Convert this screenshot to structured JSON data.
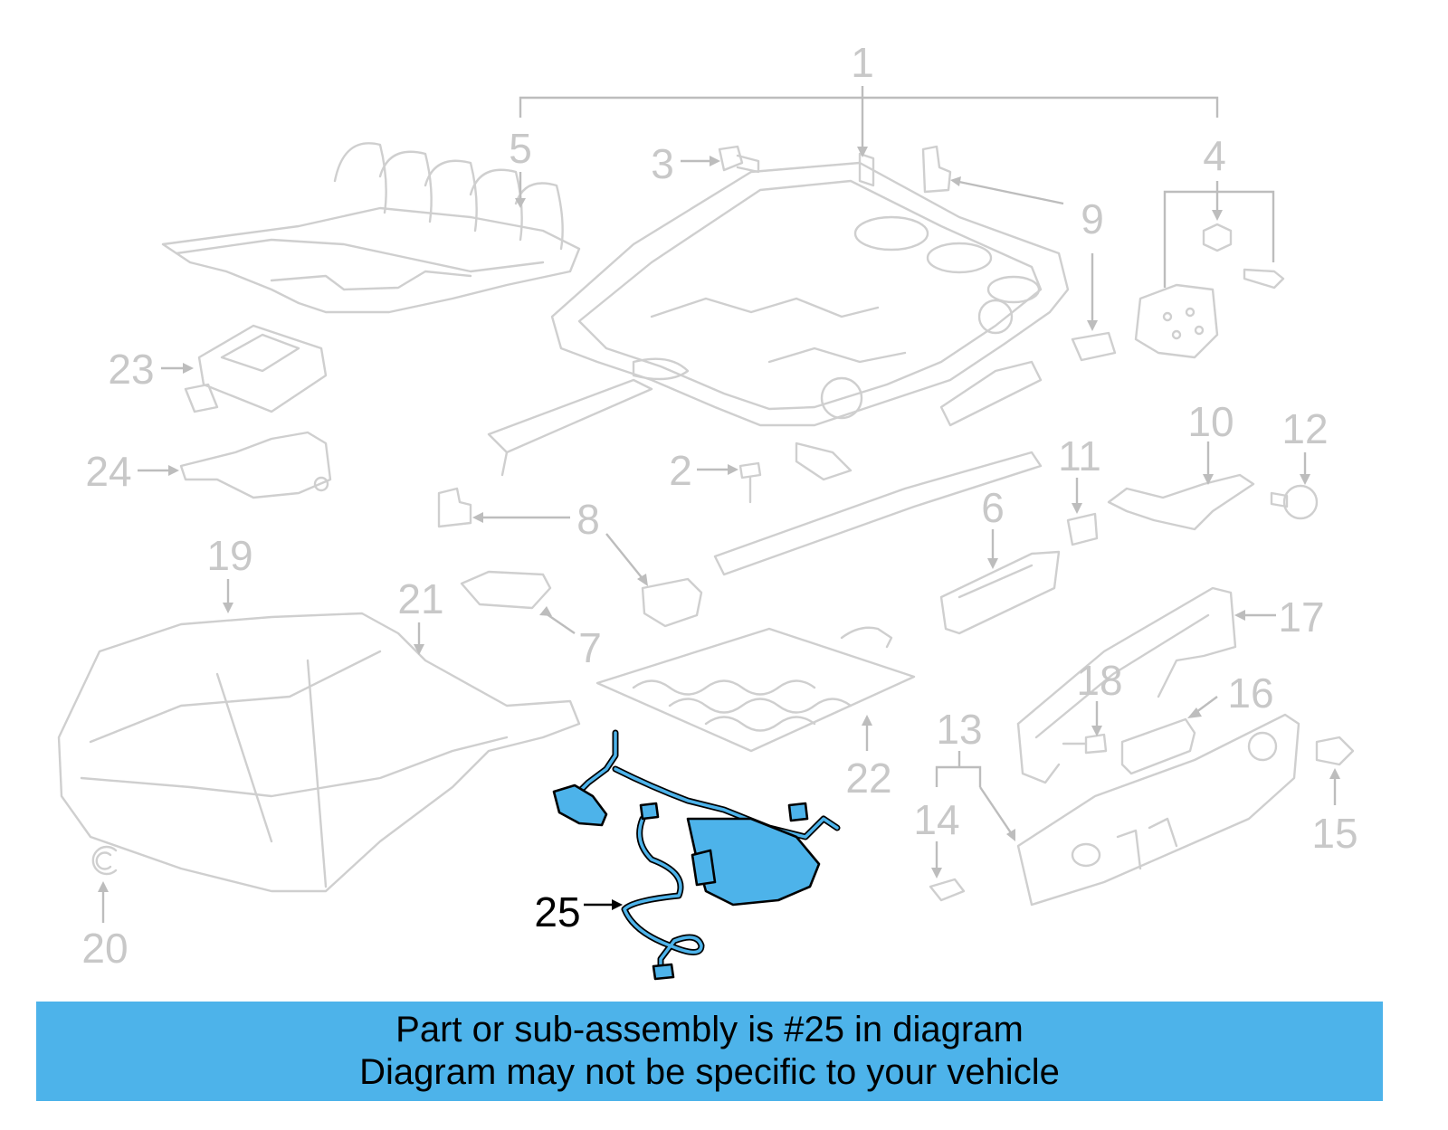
{
  "diagram": {
    "callouts": [
      {
        "id": "1",
        "label": "1"
      },
      {
        "id": "2",
        "label": "2"
      },
      {
        "id": "3",
        "label": "3"
      },
      {
        "id": "4",
        "label": "4"
      },
      {
        "id": "5",
        "label": "5"
      },
      {
        "id": "6",
        "label": "6"
      },
      {
        "id": "7",
        "label": "7"
      },
      {
        "id": "8",
        "label": "8"
      },
      {
        "id": "9",
        "label": "9"
      },
      {
        "id": "10",
        "label": "10"
      },
      {
        "id": "11",
        "label": "11"
      },
      {
        "id": "12",
        "label": "12"
      },
      {
        "id": "13",
        "label": "13"
      },
      {
        "id": "14",
        "label": "14"
      },
      {
        "id": "15",
        "label": "15"
      },
      {
        "id": "16",
        "label": "16"
      },
      {
        "id": "17",
        "label": "17"
      },
      {
        "id": "18",
        "label": "18"
      },
      {
        "id": "19",
        "label": "19"
      },
      {
        "id": "20",
        "label": "20"
      },
      {
        "id": "21",
        "label": "21"
      },
      {
        "id": "22",
        "label": "22"
      },
      {
        "id": "23",
        "label": "23"
      },
      {
        "id": "24",
        "label": "24"
      },
      {
        "id": "25",
        "label": "25",
        "highlighted": true
      }
    ],
    "highlight_color": "#4db3ea",
    "line_color": "#c8c8c8"
  },
  "banner": {
    "line1": "Part or sub-assembly is #25 in diagram",
    "line2": "Diagram may not be specific to your vehicle",
    "color": "#4db3ea"
  }
}
